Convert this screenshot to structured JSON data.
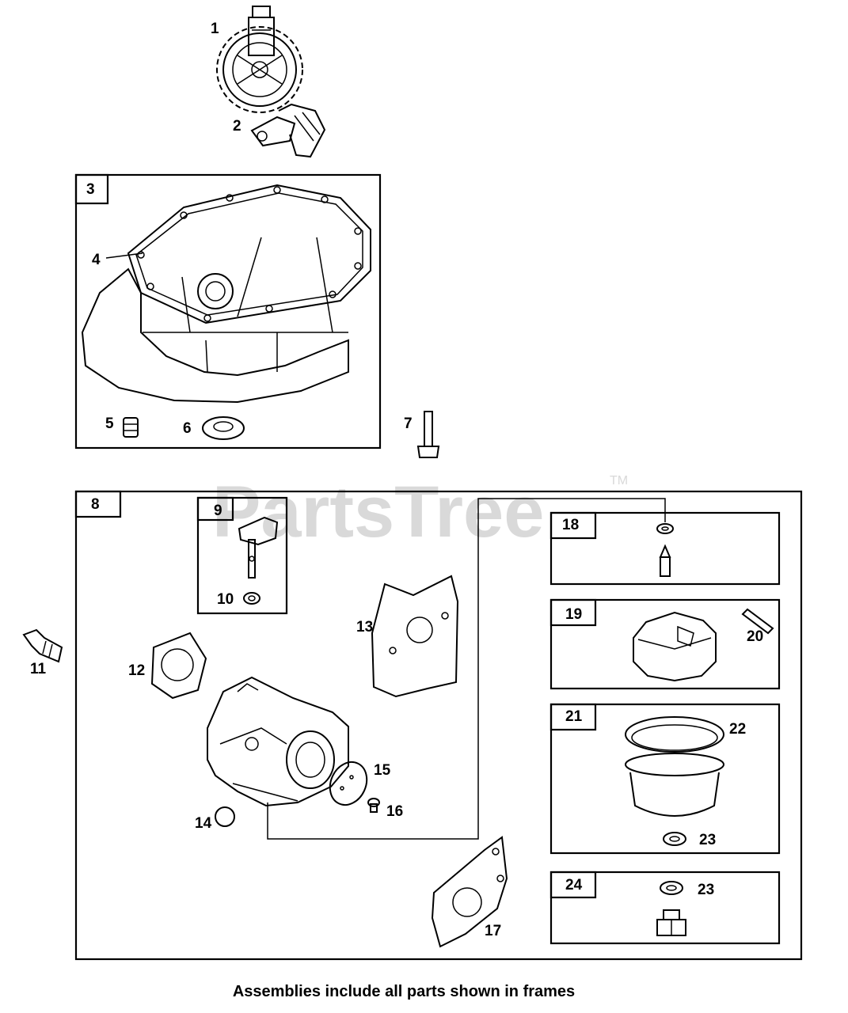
{
  "watermark": {
    "text": "PartsTree",
    "trademark": "TM"
  },
  "caption": "Assemblies include all parts shown in frames",
  "parts": {
    "p1": "1",
    "p2": "2",
    "p3": "3",
    "p4": "4",
    "p5": "5",
    "p6": "6",
    "p7": "7",
    "p8": "8",
    "p9": "9",
    "p10": "10",
    "p11": "11",
    "p12": "12",
    "p13": "13",
    "p14": "14",
    "p15": "15",
    "p16": "16",
    "p17": "17",
    "p18": "18",
    "p19": "19",
    "p20": "20",
    "p21": "21",
    "p22": "22",
    "p23a": "23",
    "p23b": "23",
    "p24": "24"
  }
}
